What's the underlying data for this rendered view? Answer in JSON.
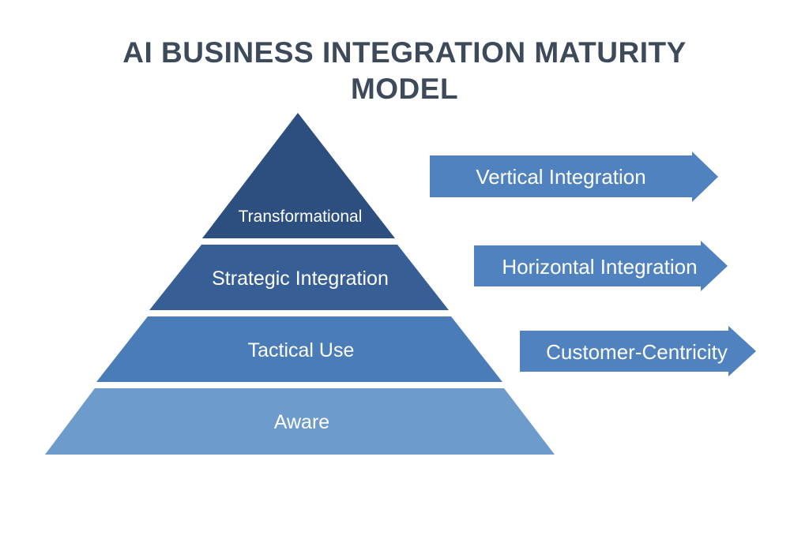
{
  "title": {
    "line1": "AI BUSINESS INTEGRATION MATURITY",
    "line2": "MODEL"
  },
  "pyramid": {
    "levels": [
      {
        "label": "Transformational",
        "color": "#2c4f80"
      },
      {
        "label": "Strategic Integration",
        "color": "#375f96"
      },
      {
        "label": "Tactical Use",
        "color": "#4a7cb8"
      },
      {
        "label": "Aware",
        "color": "#6d9bcb"
      }
    ]
  },
  "arrows": {
    "color": "#4f82be",
    "items": [
      {
        "label": "Vertical Integration"
      },
      {
        "label": "Horizontal Integration"
      },
      {
        "label": "Customer-Centricity"
      }
    ]
  }
}
